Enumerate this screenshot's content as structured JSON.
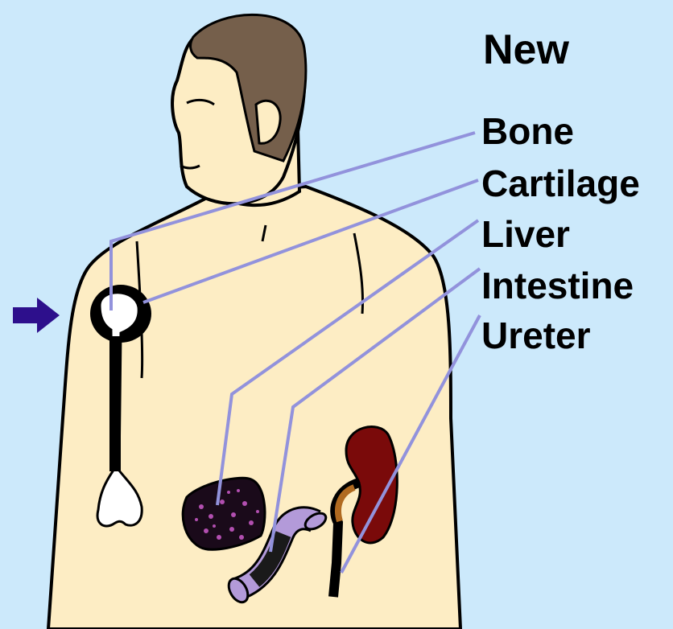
{
  "title": "New",
  "labels": [
    "Bone",
    "Cartilage",
    "Liver",
    "Intestine",
    "Ureter"
  ],
  "icons": {
    "arrow": "right-arrow-icon"
  },
  "colors": {
    "background": "#cce9fb",
    "skin": "#fdedc4",
    "hair": "#755f4b",
    "leader_line": "#9292dc",
    "arrow": "#2d0f8c",
    "kidney": "#7a0a0a",
    "intestine": "#b39ad9",
    "liver_dots": "#b24fb0"
  }
}
